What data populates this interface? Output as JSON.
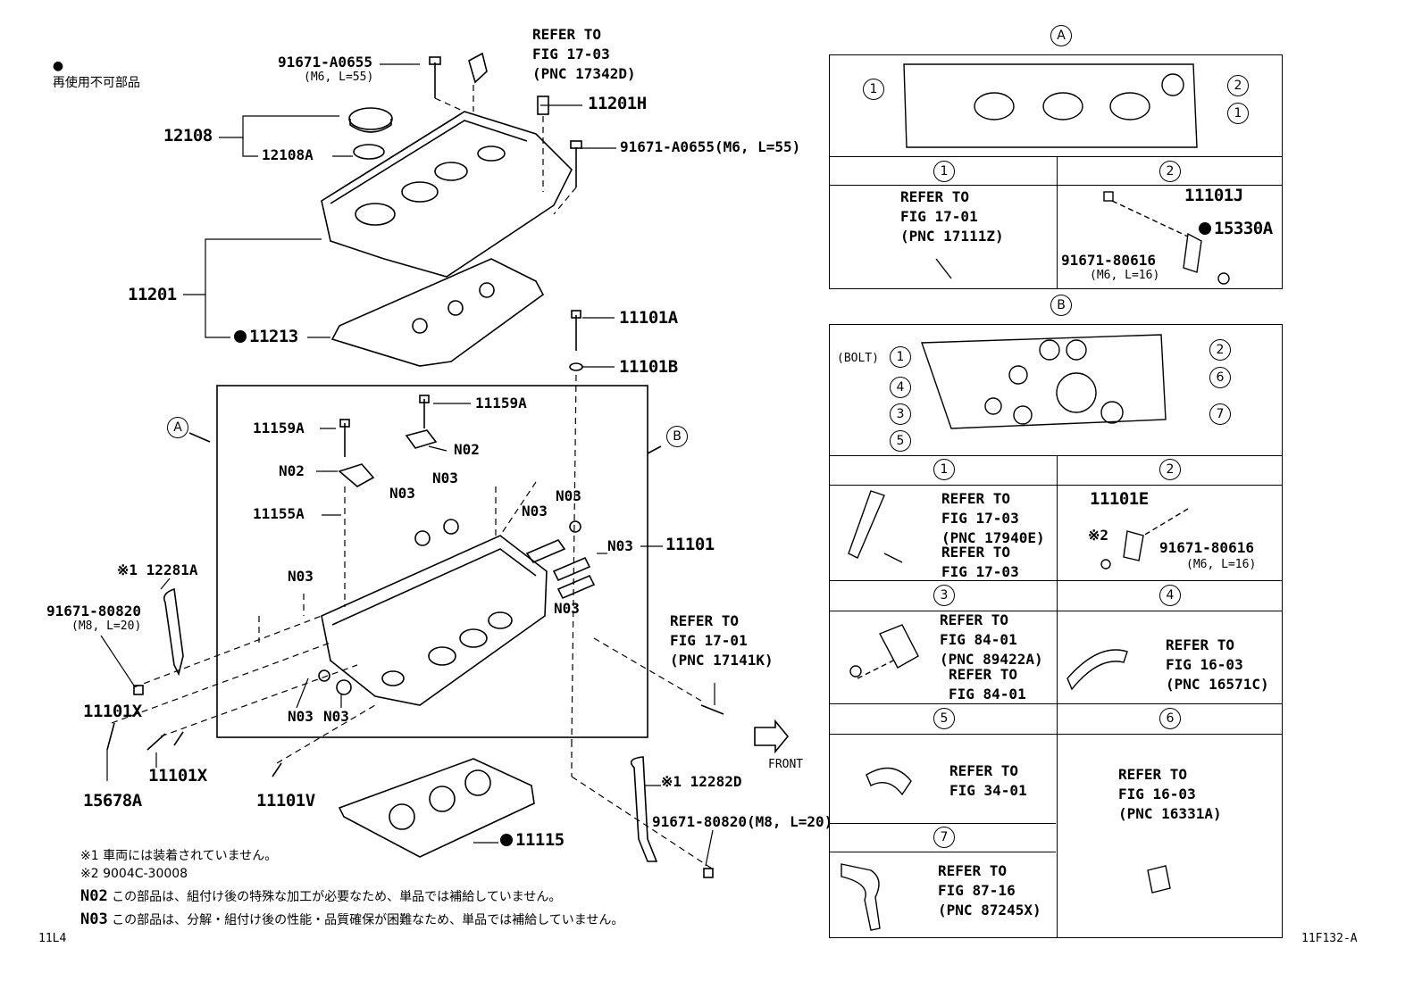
{
  "legend": {
    "non_reusable_symbol": "●",
    "non_reusable_text": "再使用不可部品"
  },
  "left_labels": {
    "bolt_top": "91671-A0655",
    "bolt_top_spec": "(M6, L=55)",
    "refer_top_1": "REFER TO",
    "refer_top_2": "FIG 17-03",
    "refer_top_3": "(PNC 17342D)",
    "p11201H": "11201H",
    "p12108": "12108",
    "p12108A": "12108A",
    "bolt_right": "91671-A0655(M6, L=55)",
    "p11201": "11201",
    "p11213": "11213",
    "p11101A": "11101A",
    "p11101B": "11101B",
    "p11159A_top": "11159A",
    "p11159A_left": "11159A",
    "n02_a": "N02",
    "n02_b": "N02",
    "n03_a": "N03",
    "n03_b": "N03",
    "n03_c": "N03",
    "n03_d": "N03",
    "n03_e": "N03",
    "n03_f": "N03",
    "n03_g": "N03",
    "n03_h": "N03",
    "n03_i": "N03",
    "p11155A": "11155A",
    "p11101": "11101",
    "view_a": "A",
    "view_b": "B",
    "p12281A": "※1 12281A",
    "bolt_left": "91671-80820",
    "bolt_left_spec": "(M8, L=20)",
    "refer_mid_1": "REFER TO",
    "refer_mid_2": "FIG 17-01",
    "refer_mid_3": "(PNC 17141K)",
    "p11101X_a": "11101X",
    "p11101X_b": "11101X",
    "p15678A": "15678A",
    "p11101V": "11101V",
    "p11115": "11115",
    "front": "FRONT",
    "p12282D": "※1 12282D",
    "bolt_bottom": "91671-80820(M8, L=20)"
  },
  "notes": {
    "n1_key": "※1",
    "n1_text": "車両には装着されていません。",
    "n2_key": "※2",
    "n2_text": "9004C-30008",
    "n3_key": "N02",
    "n3_text": "この部品は、組付け後の特殊な加工が必要なため、単品では補給していません。",
    "n4_key": "N03",
    "n4_text": "この部品は、分解・組付け後の性能・品質確保が困難なため、単品では補給していません。"
  },
  "corner": {
    "left": "11L4",
    "right": "11F132-A"
  },
  "panel_a": {
    "title": "A",
    "markers": [
      "1",
      "2",
      "1"
    ],
    "cell1": {
      "num": "1",
      "l1": "REFER TO",
      "l2": "FIG 17-01",
      "l3": "(PNC 17111Z)"
    },
    "cell2": {
      "num": "2",
      "part": "11101J",
      "seal": "15330A",
      "bolt": "91671-80616",
      "bolt_spec": "(M6, L=16)"
    }
  },
  "panel_b": {
    "title": "B",
    "bolt_tag": "(BOLT)",
    "markers": [
      "1",
      "2",
      "4",
      "6",
      "3",
      "7",
      "5"
    ],
    "c1": {
      "num": "1",
      "l1": "REFER TO",
      "l2": "FIG 17-03",
      "l3": "(PNC 17940E)",
      "l4": "REFER TO",
      "l5": "FIG 17-03"
    },
    "c2": {
      "num": "2",
      "part": "11101E",
      "mark": "※2",
      "bolt": "91671-80616",
      "bolt_spec": "(M6, L=16)"
    },
    "c3": {
      "num": "3",
      "l1": "REFER TO",
      "l2": "FIG 84-01",
      "l3": "(PNC 89422A)",
      "l4": "REFER TO",
      "l5": "FIG 84-01"
    },
    "c4": {
      "num": "4",
      "l1": "REFER TO",
      "l2": "FIG 16-03",
      "l3": "(PNC 16571C)"
    },
    "c5": {
      "num": "5",
      "l1": "REFER TO",
      "l2": "FIG 34-01"
    },
    "c6": {
      "num": "6",
      "l1": "REFER TO",
      "l2": "FIG 16-03",
      "l3": "(PNC 16331A)"
    },
    "c7": {
      "num": "7",
      "l1": "REFER TO",
      "l2": "FIG 87-16",
      "l3": "(PNC 87245X)"
    }
  }
}
